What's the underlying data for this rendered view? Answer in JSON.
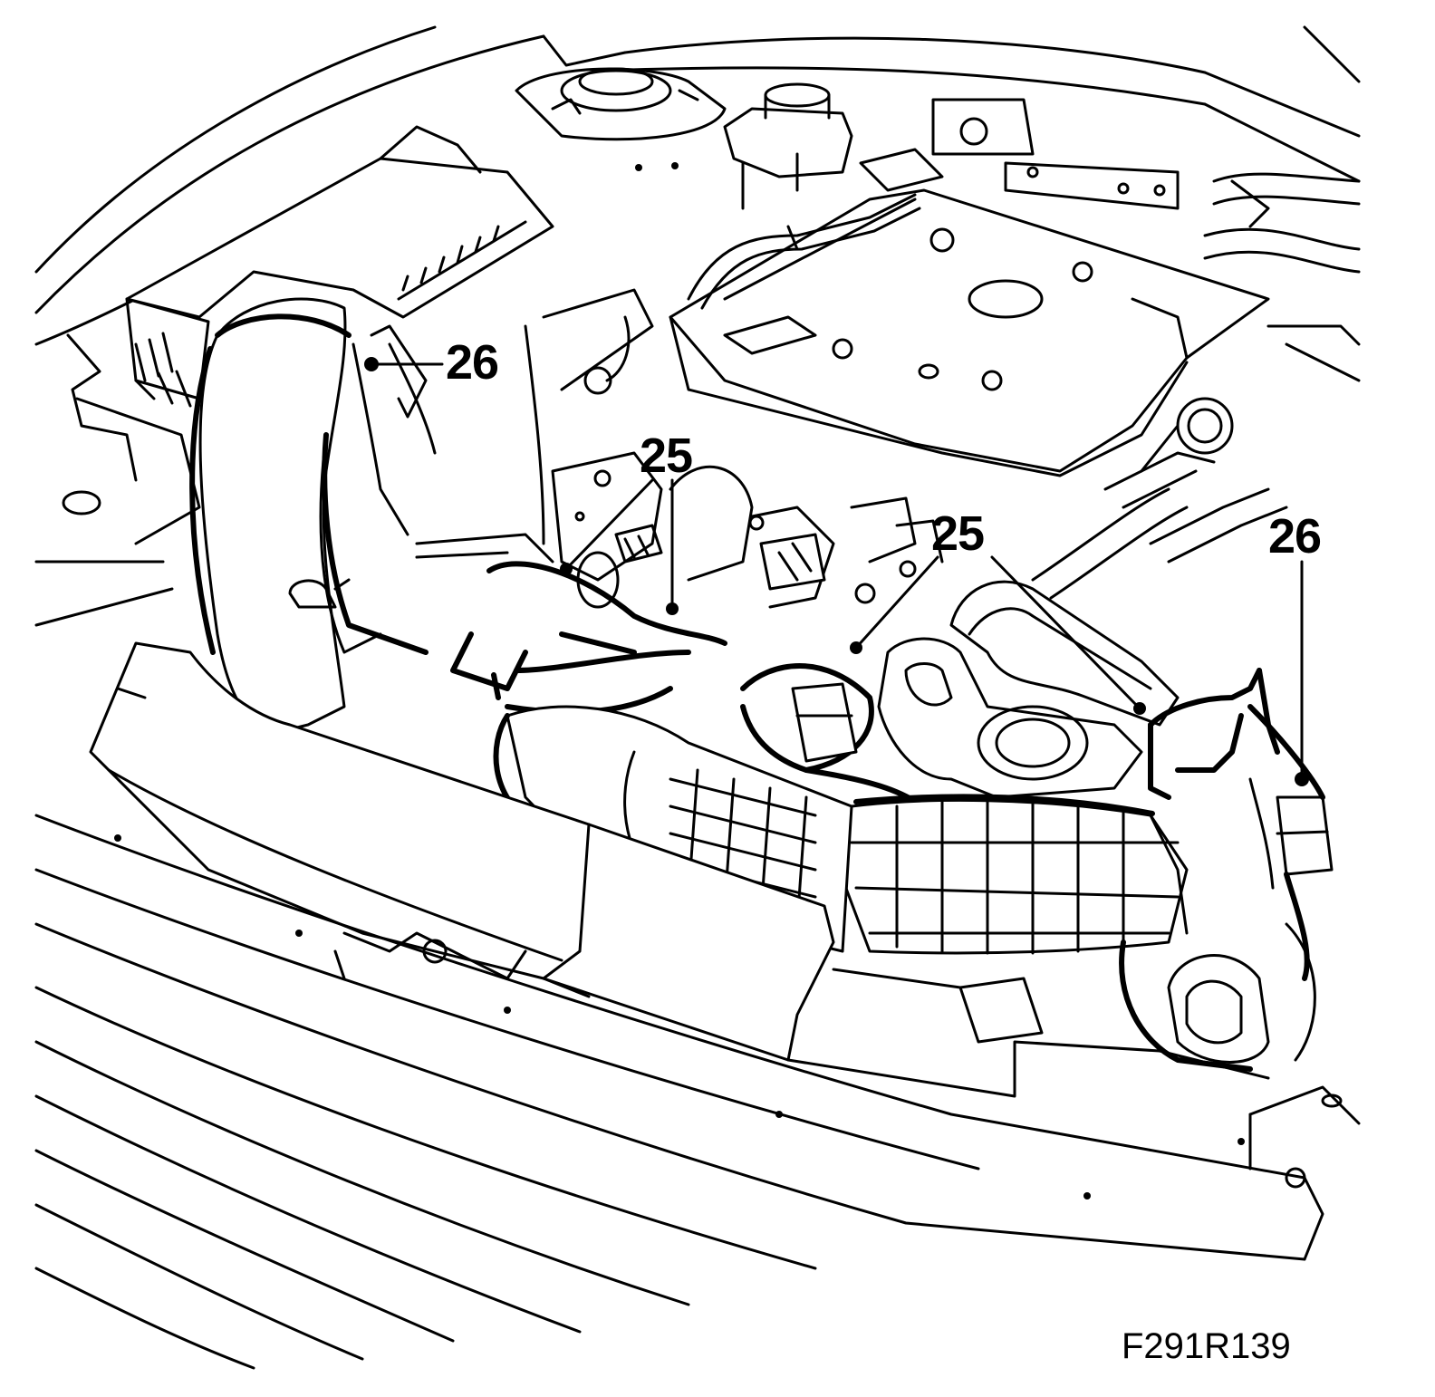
{
  "figure": {
    "id": "F291R139"
  },
  "callouts": [
    {
      "label": "26"
    },
    {
      "label": "25"
    },
    {
      "label": "25"
    },
    {
      "label": "26"
    }
  ]
}
